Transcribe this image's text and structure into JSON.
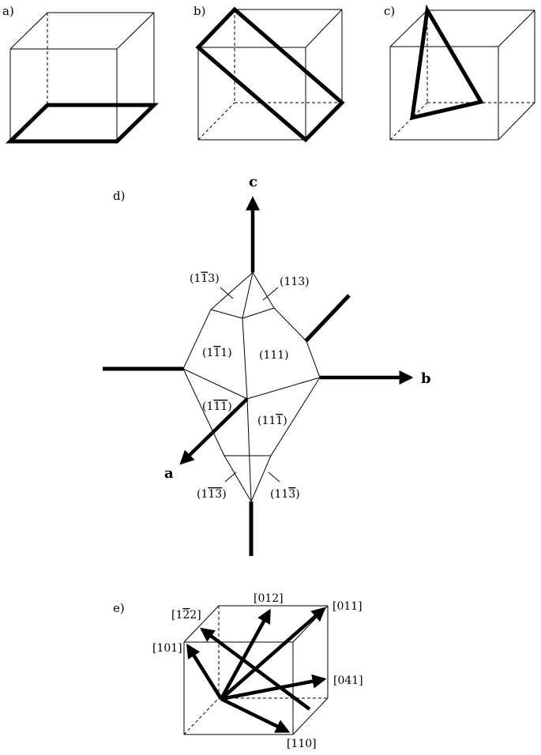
{
  "panels": {
    "a": "a)",
    "b": "b)",
    "c": "c)",
    "d": "d)",
    "e": "e)"
  },
  "axes": {
    "a": "a",
    "b": "b",
    "c": "c"
  },
  "planes": [
    {
      "id": "p-1-13",
      "pre": "(1",
      "bar": "1",
      "post": "3)"
    },
    {
      "id": "p-113",
      "pre": "(113)",
      "bar": "",
      "post": ""
    },
    {
      "id": "p-1-11",
      "pre": "(1",
      "bar": "1",
      "post": "1)"
    },
    {
      "id": "p-111",
      "pre": "(111)",
      "bar": "",
      "post": ""
    },
    {
      "id": "p-1-1-1",
      "pre": "(1",
      "bar": "11",
      "post": ")"
    },
    {
      "id": "p-11-1",
      "pre": "(11",
      "bar": "1",
      "post": ")"
    },
    {
      "id": "p-1-1-3",
      "pre": "(1",
      "bar": "13",
      "post": ")"
    },
    {
      "id": "p-11-3",
      "pre": "(11",
      "bar": "3",
      "post": ")"
    }
  ],
  "directions": [
    {
      "id": "d-1-22",
      "pre": "[1",
      "bar": "2",
      "post": "2]"
    },
    {
      "id": "d-012",
      "pre": "[012]",
      "bar": "",
      "post": ""
    },
    {
      "id": "d-011",
      "pre": "[011]",
      "bar": "",
      "post": ""
    },
    {
      "id": "d-101",
      "pre": "[101]",
      "bar": "",
      "post": ""
    },
    {
      "id": "d-041",
      "pre": "[041]",
      "bar": "",
      "post": ""
    },
    {
      "id": "d-110",
      "pre": "[110]",
      "bar": "",
      "post": ""
    }
  ]
}
